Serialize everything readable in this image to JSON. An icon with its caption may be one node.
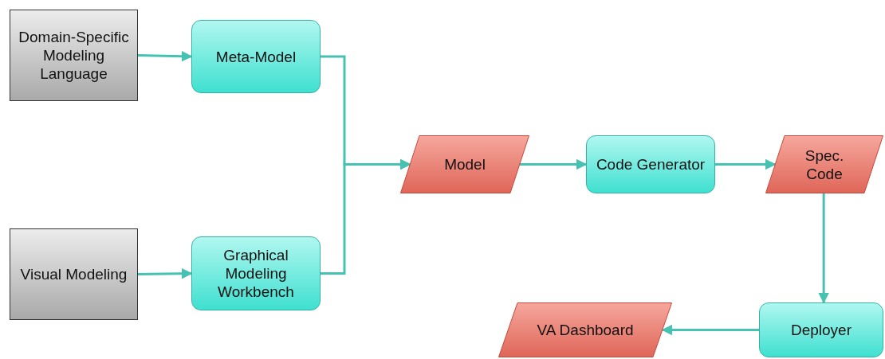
{
  "diagram": {
    "nodes": [
      {
        "text": [
          "Domain-Specific Modeling Language"
        ]
      },
      {
        "text": [
          "Meta-Model"
        ]
      },
      {
        "text": [
          "Visual Modeling"
        ]
      },
      {
        "text": [
          "Graphical Modeling Workbench"
        ]
      },
      {
        "text": [
          "Model"
        ]
      },
      {
        "text": [
          "Code Generator"
        ]
      },
      {
        "text": [
          "Spec. Code"
        ]
      },
      {
        "text": [
          "Deployer"
        ]
      },
      {
        "text": [
          "VA Dashboard"
        ]
      }
    ],
    "edges": [
      {
        "from": 0,
        "to": 1,
        "arrow": "to"
      },
      {
        "from": 2,
        "to": 3,
        "arrow": "to"
      },
      {
        "from": 1,
        "to": 4,
        "arrow": "to"
      },
      {
        "from": 3,
        "to": 4,
        "arrow": "to"
      },
      {
        "from": 4,
        "to": 5,
        "arrow": "to"
      },
      {
        "from": 5,
        "to": 6,
        "arrow": "to"
      },
      {
        "from": 6,
        "to": 7,
        "arrow": "to"
      },
      {
        "from": 7,
        "to": 8,
        "arrow": "to"
      }
    ]
  }
}
